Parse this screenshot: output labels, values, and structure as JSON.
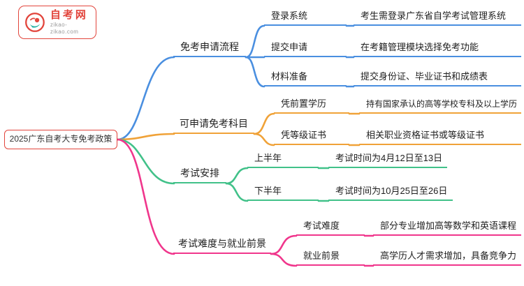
{
  "logo": {
    "name": "自考网",
    "domain": "zikao-zikao.com"
  },
  "root": {
    "label": "2025广东自考大专免考政策"
  },
  "branches": [
    {
      "label": "免考申请流程",
      "color": "#4a8fe0",
      "children": [
        {
          "label": "登录系统",
          "detail": "考生需登录广东省自学考试管理系统"
        },
        {
          "label": "提交申请",
          "detail": "在考籍管理模块选择免考功能"
        },
        {
          "label": "材料准备",
          "detail": "提交身份证、毕业证书和成绩表"
        }
      ]
    },
    {
      "label": "可申请免考科目",
      "color": "#f0a238",
      "children": [
        {
          "label": "凭前置学历",
          "detail": "持有国家承认的高等学校专科及以上学历"
        },
        {
          "label": "凭等级证书",
          "detail": "相关职业资格证书或等级证书"
        }
      ]
    },
    {
      "label": "考试安排",
      "color": "#41c189",
      "children": [
        {
          "label": "上半年",
          "detail": "考试时间为4月12日至13日"
        },
        {
          "label": "下半年",
          "detail": "考试时间为10月25日至26日"
        }
      ]
    },
    {
      "label": "考试难度与就业前景",
      "color": "#f0368c",
      "children": [
        {
          "label": "考试难度",
          "detail": "部分专业增加高等数学和英语课程"
        },
        {
          "label": "就业前景",
          "detail": "高学历人才需求增加，具备竞争力"
        }
      ]
    }
  ],
  "colors": {
    "accent_red": "#e2453c",
    "teal": "#29b3a6",
    "blue": "#4a8fe0",
    "orange": "#f0a238",
    "green": "#41c189",
    "pink": "#f0368c"
  }
}
